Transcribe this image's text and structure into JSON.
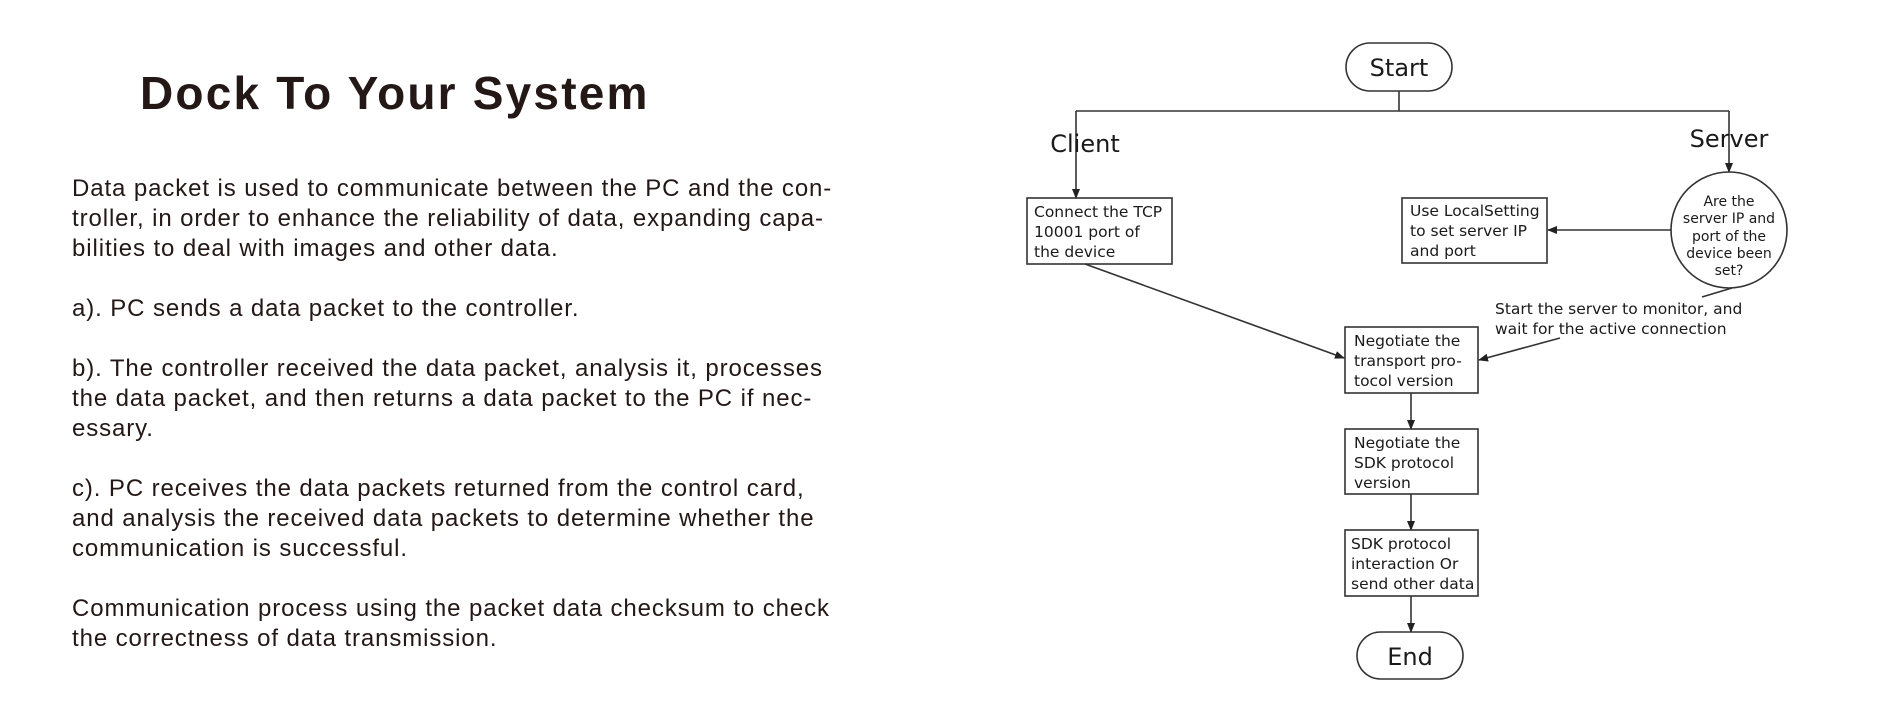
{
  "page": {
    "title": "Dock To Your System",
    "paragraphs": [
      "Data packet is used to communicate between the PC and the con-\ntroller, in order to enhance the reliability of data, expanding capa-\nbilities to deal with images and other data.",
      "a). PC sends a data packet to the controller.",
      "b). The controller received the data packet, analysis it, processes\nthe data packet, and then returns a data packet to the PC if nec-\nessary.",
      "c). PC receives the data packets returned from the control card,\nand analysis the received data packets to determine whether the\ncommunication is successful.",
      "Communication process using the packet data checksum to check\nthe correctness of data transmission."
    ]
  },
  "flowchart": {
    "start": "Start",
    "end": "End",
    "branch_client": "Client",
    "branch_server": "Server",
    "client_step": [
      "Connect the TCP",
      "10001 port of",
      "the device"
    ],
    "local_setting": [
      "Use LocalSetting",
      "to set server IP",
      "and port"
    ],
    "decision": [
      "Are the",
      "server IP and",
      "port of the",
      "device been",
      "set?"
    ],
    "server_note": [
      "Start the server to monitor, and",
      "wait for the active connection"
    ],
    "step_transport": [
      "Negotiate the",
      "transport pro-",
      "tocol version"
    ],
    "step_sdk_version": [
      "Negotiate the",
      "SDK protocol",
      "version"
    ],
    "step_interaction": [
      "SDK protocol",
      "interaction Or",
      "send other data"
    ]
  },
  "colors": {
    "text": "#231815",
    "line": "#333333"
  }
}
